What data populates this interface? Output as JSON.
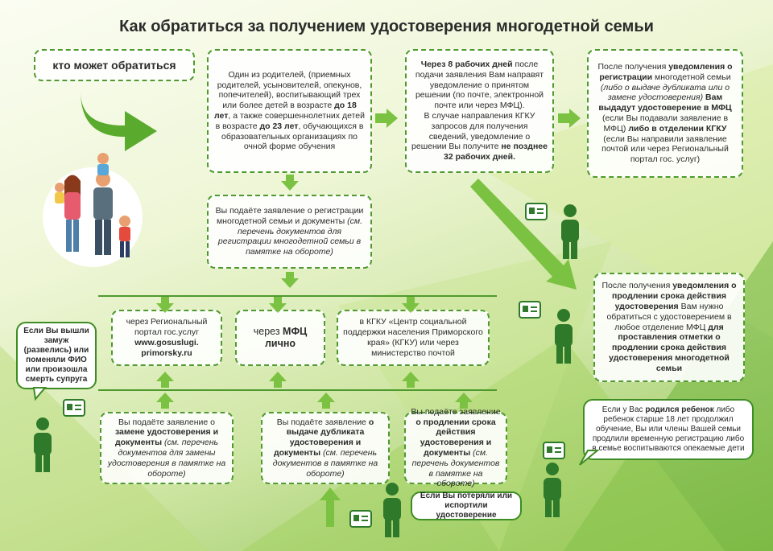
{
  "title": "Как обратиться за получением удостоверения многодетной семьи",
  "who_can_apply": "кто может обратиться",
  "eligibility": {
    "p1": "Один из родителей, (приемных родителей, усыновителей, опекунов, попечителей), воспитывающий трех или более  детей в возрасте",
    "age18": "до 18 лет",
    "p2": ", а также совершеннолетних детей в возрасте",
    "age23": "до 23 лет",
    "p3": ", обучающихся в образовательных организациях по очной форме обучения"
  },
  "notification": {
    "days8": "Через 8 рабочих дней",
    "p1": " после подачи заявления Вам направят уведомление о принятом решении (по почте, электронной почте или через МФЦ).",
    "p2": "В случае направления КГКУ запросов для получения сведений, уведомление о решении Вы получите",
    "days32": "не позднее 32 рабочих дней."
  },
  "issue": {
    "p1": "После получения",
    "bold1": "уведомления о регистрации",
    "p2": " многодетной семьи",
    "ital1": " (либо о выдаче дубликата или о замене удостоверения)",
    "bold2": " Вам выдадут удостоверение в МФЦ",
    "p3": " (если Вы подавали заявление в МФЦ)",
    "bold3": " либо в отделении КГКУ",
    "p4": " (если Вы направили заявление почтой или через Региональный портал гос. услуг)"
  },
  "submit": {
    "p1": "Вы подаёте заявление о регистрации многодетной семьи и документы",
    "ital": "(см. перечень документов для регистрации многодетной семьи в памятке на обороте)"
  },
  "channels": {
    "portal_text": "через Региональный портал гос.услуг",
    "portal_url1": "www.gosuslugi.",
    "portal_url2": "primorsky.ru",
    "mfc_prefix": "через ",
    "mfc_bold": "МФЦ",
    "mfc_suffix": "лично",
    "kgku": "в КГКУ «Центр социальной поддержки населения Приморского края» (КГКУ) или через министерство почтой"
  },
  "extension": {
    "p1": "После получения",
    "bold1": "уведомления о продлении срока действия удостоверения",
    "p2": " Вам нужно обратиться с удостоверением в любое отделение МФЦ",
    "bold2": "для проставления отметки о продлении срока действия удостоверения многодетной семьи"
  },
  "replace": {
    "p1": "Вы подаёте заявление о",
    "bold": "замене удостоверения и документы",
    "ital": " (см. перечень документов для замены удостоверения в памятке на обороте)"
  },
  "duplicate": {
    "p1": "Вы подаёте заявление",
    "bold": "о выдаче дубликата удостоверения и документы",
    "ital": " (см. перечень документов в памятке на обороте)"
  },
  "prolong": {
    "p1": "Вы подаёте заявление",
    "bold": "о продлении срока действия удостоверения и документы",
    "ital": " (см. перечень документов в памятке на обороте)"
  },
  "bubble_marriage": "Если Вы вышли замуж (развелись) или поменяли ФИО или произошла смерть супруга",
  "bubble_lost": "Если Вы потеряли или испортили удостоверение",
  "bubble_child": {
    "p1": "Если у Вас ",
    "bold1": "родился ребенок",
    "p2": " либо ребенок старше 18 лет продолжил обучение, Вы или члены Вашей семьи продлили временную регистрацию либо в семье воспитываются опекаемые дети"
  },
  "colors": {
    "accent": "#4f9a2e",
    "arrow": "#7cc242",
    "person": "#2e7a2a"
  }
}
